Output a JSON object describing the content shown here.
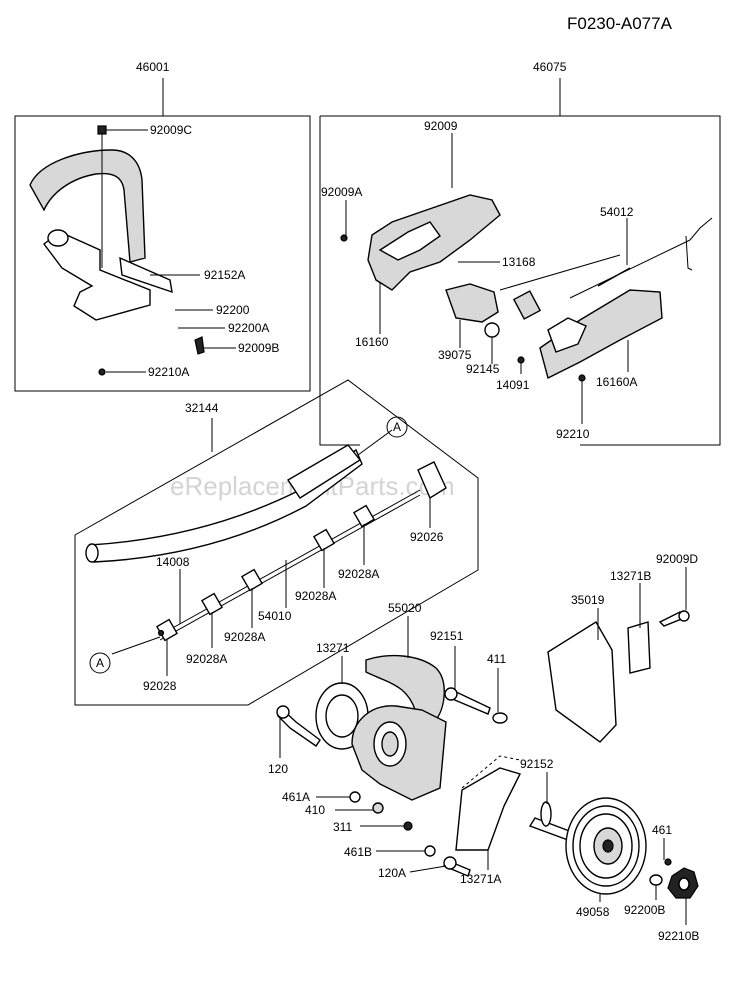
{
  "diagram_code": "F0230-A077A",
  "watermark": "eReplacementParts.com",
  "callout_marker": "A",
  "groups": {
    "grp1": "46001",
    "grp2": "46075",
    "grp3": "32144"
  },
  "labels": {
    "l92009C": "92009C",
    "l92152A": "92152A",
    "l92200": "92200",
    "l92200A": "92200A",
    "l92009B": "92009B",
    "l92210A": "92210A",
    "l92009": "92009",
    "l92009A": "92009A",
    "l13168": "13168",
    "l54012": "54012",
    "l16160": "16160",
    "l39075": "39075",
    "l92145": "92145",
    "l14091": "14091",
    "l16160A": "16160A",
    "l92210": "92210",
    "l92026": "92026",
    "l14008": "14008",
    "l92028A_1": "92028A",
    "l92028A_2": "92028A",
    "l54010": "54010",
    "l92028A_3": "92028A",
    "l92028A_4": "92028A",
    "l92028": "92028",
    "l55020": "55020",
    "l92151": "92151",
    "l411": "411",
    "l35019": "35019",
    "l13271B": "13271B",
    "l92009D": "92009D",
    "l13271": "13271",
    "l120": "120",
    "l461A": "461A",
    "l410": "410",
    "l311": "311",
    "l92152": "92152",
    "l461B": "461B",
    "l120A": "120A",
    "l13271A": "13271A",
    "l461": "461",
    "l49058": "49058",
    "l92200B": "92200B",
    "l92210B": "92210B"
  }
}
